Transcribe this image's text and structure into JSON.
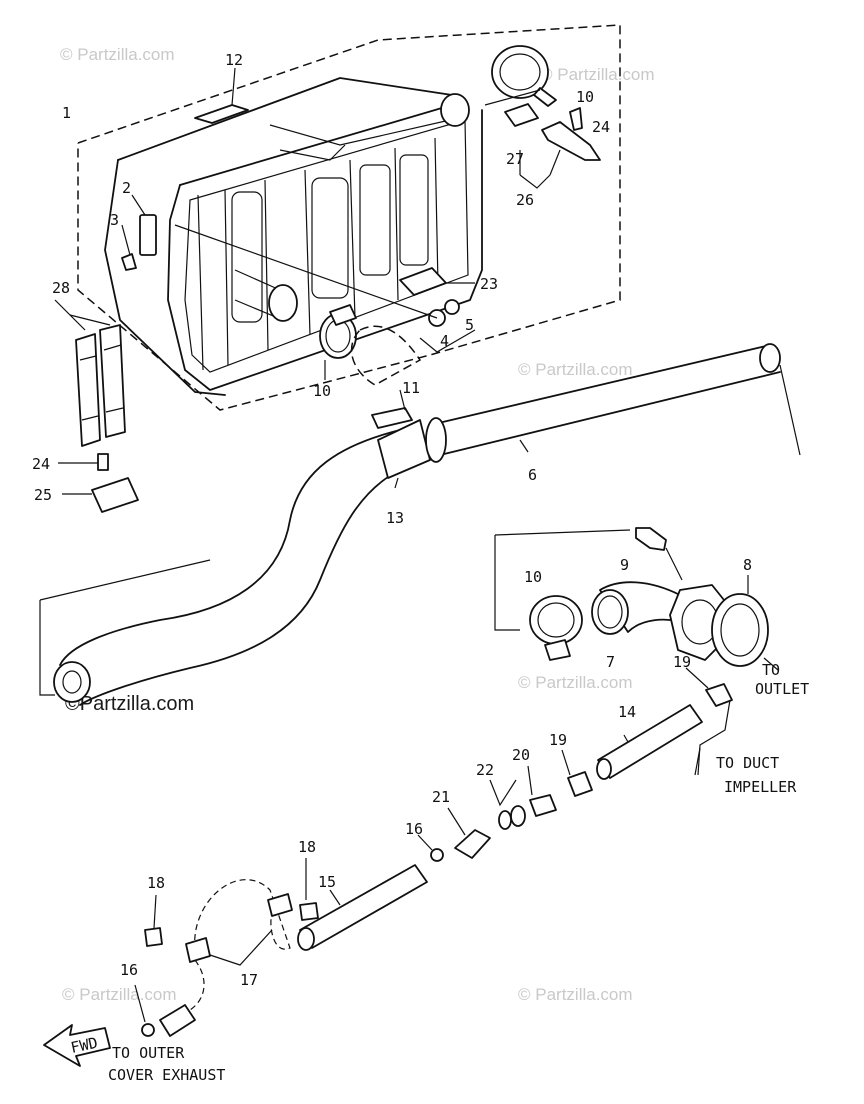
{
  "parts": [
    {
      "id": "1",
      "label": "1"
    },
    {
      "id": "2",
      "label": "2"
    },
    {
      "id": "3",
      "label": "3"
    },
    {
      "id": "4",
      "label": "4"
    },
    {
      "id": "5",
      "label": "5"
    },
    {
      "id": "6",
      "label": "6"
    },
    {
      "id": "7",
      "label": "7"
    },
    {
      "id": "8",
      "label": "8"
    },
    {
      "id": "9",
      "label": "9"
    },
    {
      "id": "10a",
      "label": "10"
    },
    {
      "id": "10b",
      "label": "10"
    },
    {
      "id": "10c",
      "label": "10"
    },
    {
      "id": "11",
      "label": "11"
    },
    {
      "id": "12",
      "label": "12"
    },
    {
      "id": "13",
      "label": "13"
    },
    {
      "id": "14",
      "label": "14"
    },
    {
      "id": "15",
      "label": "15"
    },
    {
      "id": "16a",
      "label": "16"
    },
    {
      "id": "16b",
      "label": "16"
    },
    {
      "id": "17",
      "label": "17"
    },
    {
      "id": "18a",
      "label": "18"
    },
    {
      "id": "18b",
      "label": "18"
    },
    {
      "id": "19a",
      "label": "19"
    },
    {
      "id": "19b",
      "label": "19"
    },
    {
      "id": "20",
      "label": "20"
    },
    {
      "id": "21",
      "label": "21"
    },
    {
      "id": "22",
      "label": "22"
    },
    {
      "id": "23",
      "label": "23"
    },
    {
      "id": "24a",
      "label": "24"
    },
    {
      "id": "24b",
      "label": "24"
    },
    {
      "id": "25",
      "label": "25"
    },
    {
      "id": "26",
      "label": "26"
    },
    {
      "id": "27",
      "label": "27"
    },
    {
      "id": "28",
      "label": "28"
    }
  ],
  "notes": {
    "to_outlet_1": "TO",
    "to_outlet_2": "OUTLET",
    "to_duct_1": "TO DUCT",
    "to_duct_2": "IMPELLER",
    "to_outer_1": "TO OUTER",
    "to_outer_2": "COVER EXHAUST",
    "fwd": "FWD"
  },
  "watermark": {
    "brand": "© Partzilla.com",
    "brand_dark": "©Partzilla.com"
  }
}
